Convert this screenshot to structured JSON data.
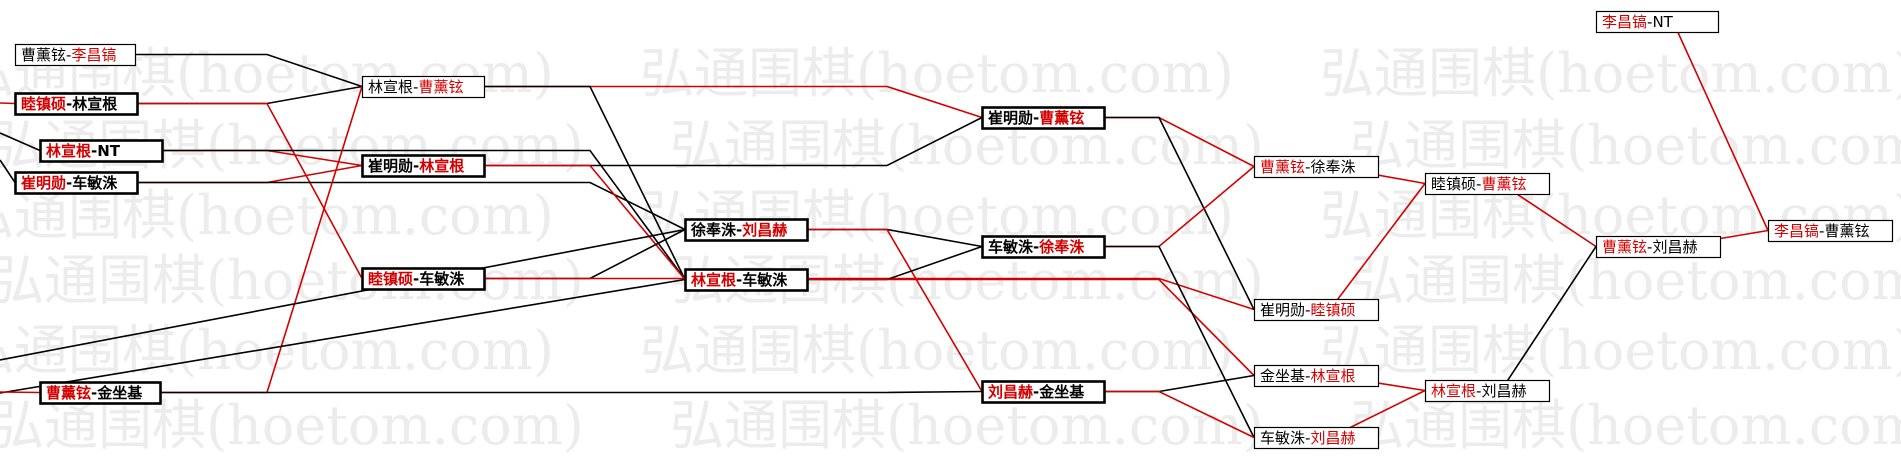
{
  "colors": {
    "winner": "#d40000",
    "loser": "#000000",
    "watermark": "#ececec"
  },
  "watermark_text": "弘通围棋(hoetom.com)",
  "nodes": [
    {
      "id": "n1",
      "a": "曹薰铉",
      "b": "李昌镐",
      "winner": "b",
      "bold": false
    },
    {
      "id": "n2",
      "a": "睦镇硕",
      "b": "林宣根",
      "winner": "a",
      "bold": true
    },
    {
      "id": "n3",
      "a": "林宣根",
      "b": "NT",
      "winner": "a",
      "bold": true
    },
    {
      "id": "n4",
      "a": "崔明勋",
      "b": "车敏洙",
      "winner": "a",
      "bold": true
    },
    {
      "id": "n5",
      "a": "曹薰铉",
      "b": "金坐基",
      "winner": "a",
      "bold": true
    },
    {
      "id": "n6",
      "a": "林宣根",
      "b": "曹薰铉",
      "winner": "b",
      "bold": false
    },
    {
      "id": "n7",
      "a": "崔明勋",
      "b": "林宣根",
      "winner": "b",
      "bold": true
    },
    {
      "id": "n8",
      "a": "睦镇硕",
      "b": "车敏洙",
      "winner": "a",
      "bold": true
    },
    {
      "id": "n9",
      "a": "徐奉洙",
      "b": "刘昌赫",
      "winner": "b",
      "bold": true
    },
    {
      "id": "n10",
      "a": "林宣根",
      "b": "车敏洙",
      "winner": "a",
      "bold": true
    },
    {
      "id": "n11",
      "a": "崔明勋",
      "b": "曹薰铉",
      "winner": "b",
      "bold": true
    },
    {
      "id": "n12",
      "a": "车敏洙",
      "b": "徐奉洙",
      "winner": "b",
      "bold": true
    },
    {
      "id": "n13",
      "a": "刘昌赫",
      "b": "金坐基",
      "winner": "a",
      "bold": true
    },
    {
      "id": "n14",
      "a": "曹薰铉",
      "b": "徐奉洙",
      "winner": "a",
      "bold": false
    },
    {
      "id": "n15",
      "a": "崔明勋",
      "b": "睦镇硕",
      "winner": "b",
      "bold": false
    },
    {
      "id": "n16",
      "a": "金坐基",
      "b": "林宣根",
      "winner": "b",
      "bold": false
    },
    {
      "id": "n17",
      "a": "车敏洙",
      "b": "刘昌赫",
      "winner": "b",
      "bold": false
    },
    {
      "id": "n18",
      "a": "睦镇硕",
      "b": "曹薰铉",
      "winner": "b",
      "bold": false
    },
    {
      "id": "n19",
      "a": "林宣根",
      "b": "刘昌赫",
      "winner": "a",
      "bold": false
    },
    {
      "id": "n20",
      "a": "曹薰铉",
      "b": "刘昌赫",
      "winner": "a",
      "bold": false
    },
    {
      "id": "n21",
      "a": "李昌镐",
      "b": "NT",
      "winner": "a",
      "bold": false
    },
    {
      "id": "n22",
      "a": "李昌镐",
      "b": "曹薰铉",
      "winner": "a",
      "bold": false
    }
  ],
  "edges": [
    {
      "from": "n1",
      "to": "n6",
      "win": false
    },
    {
      "from": "n2",
      "to": "n6",
      "win": false
    },
    {
      "from": "n2",
      "to": "n8",
      "win": true
    },
    {
      "from": "n3",
      "to": "n7",
      "win": true
    },
    {
      "from": "n3",
      "to": "n10",
      "win": false
    },
    {
      "from": "n4",
      "to": "n7",
      "win": true
    },
    {
      "from": "n4",
      "to": "n9",
      "win": false
    },
    {
      "from": "n5",
      "to": "n6",
      "win": true
    },
    {
      "from": "n5",
      "to": "n13",
      "win": false
    },
    {
      "from": "n6",
      "to": "n11",
      "win": true
    },
    {
      "from": "n6",
      "to": "n10",
      "win": false
    },
    {
      "from": "n7",
      "to": "n11",
      "win": false
    },
    {
      "from": "n7",
      "to": "n10",
      "win": true
    },
    {
      "from": "n8",
      "to": "n9",
      "win": false
    },
    {
      "from": "n8",
      "to": "n15",
      "win": true
    },
    {
      "from": "n9",
      "to": "n12",
      "win": false
    },
    {
      "from": "n9",
      "to": "n13",
      "win": true
    },
    {
      "from": "n10",
      "to": "n12",
      "win": false
    },
    {
      "from": "n10",
      "to": "n16",
      "win": true
    },
    {
      "from": "n11",
      "to": "n14",
      "win": true
    },
    {
      "from": "n11",
      "to": "n15",
      "win": false
    },
    {
      "from": "n12",
      "to": "n14",
      "win": true
    },
    {
      "from": "n12",
      "to": "n17",
      "win": false
    },
    {
      "from": "n13",
      "to": "n16",
      "win": false
    },
    {
      "from": "n13",
      "to": "n17",
      "win": true
    },
    {
      "from": "n14",
      "to": "n18",
      "win": true
    },
    {
      "from": "n15",
      "to": "n18",
      "win": true
    },
    {
      "from": "n16",
      "to": "n19",
      "win": true
    },
    {
      "from": "n17",
      "to": "n19",
      "win": true
    },
    {
      "from": "n18",
      "to": "n20",
      "win": true
    },
    {
      "from": "n19",
      "to": "n20",
      "win": false
    },
    {
      "from": "n20",
      "to": "n22",
      "win": true
    },
    {
      "from": "n21",
      "to": "n22",
      "win": true
    }
  ],
  "stub_edges": [
    {
      "to": "n3",
      "win": false
    },
    {
      "to": "n4",
      "win": false
    },
    {
      "to": "n2",
      "win": true
    },
    {
      "to": "n9",
      "win": false
    },
    {
      "to": "n10",
      "win": false
    },
    {
      "to": "n5",
      "win": true
    }
  ]
}
